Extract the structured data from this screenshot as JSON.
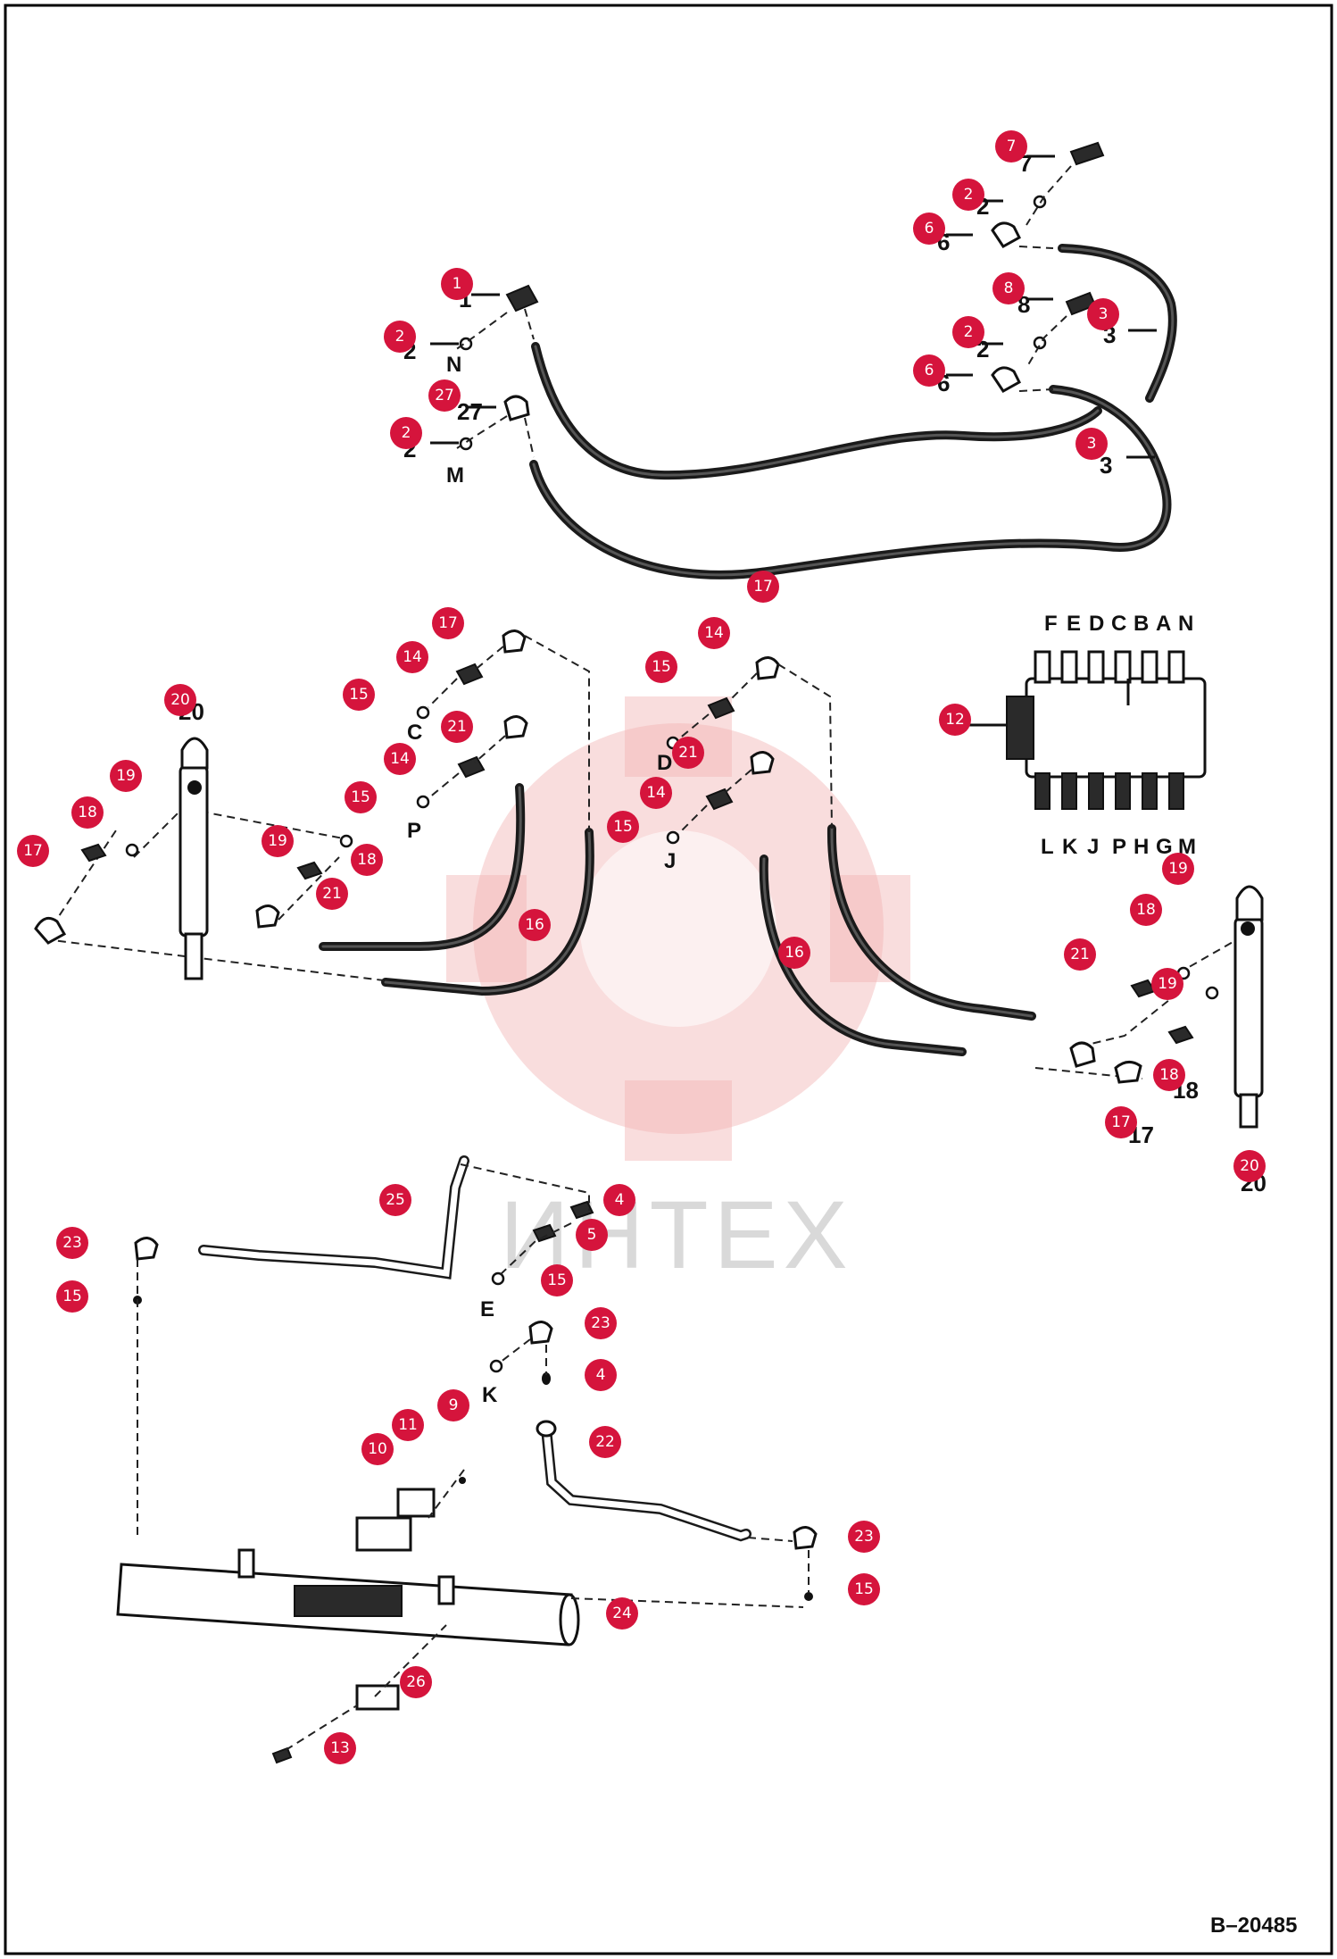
{
  "document": {
    "drawing_number": "B–20485",
    "watermark_text": "ИНТЕX"
  },
  "callouts": [
    {
      "number": "7"
    },
    {
      "number": "2"
    },
    {
      "number": "6"
    },
    {
      "number": "8"
    },
    {
      "number": "3"
    },
    {
      "number": "2"
    },
    {
      "number": "6"
    },
    {
      "number": "3"
    },
    {
      "number": "1"
    },
    {
      "number": "2"
    },
    {
      "number": "27"
    },
    {
      "number": "2"
    },
    {
      "number": "17"
    },
    {
      "number": "14"
    },
    {
      "number": "15"
    },
    {
      "number": "21"
    },
    {
      "number": "14"
    },
    {
      "number": "15"
    },
    {
      "number": "17"
    },
    {
      "number": "14"
    },
    {
      "number": "15"
    },
    {
      "number": "21"
    },
    {
      "number": "14"
    },
    {
      "number": "15"
    },
    {
      "number": "20"
    },
    {
      "number": "19"
    },
    {
      "number": "18"
    },
    {
      "number": "17"
    },
    {
      "number": "19"
    },
    {
      "number": "18"
    },
    {
      "number": "21"
    },
    {
      "number": "16"
    },
    {
      "number": "16"
    },
    {
      "number": "12"
    },
    {
      "number": "19"
    },
    {
      "number": "18"
    },
    {
      "number": "21"
    },
    {
      "number": "19"
    },
    {
      "number": "18"
    },
    {
      "number": "17"
    },
    {
      "number": "20"
    },
    {
      "number": "25"
    },
    {
      "number": "4"
    },
    {
      "number": "5"
    },
    {
      "number": "15"
    },
    {
      "number": "23"
    },
    {
      "number": "15"
    },
    {
      "number": "23"
    },
    {
      "number": "4"
    },
    {
      "number": "9"
    },
    {
      "number": "11"
    },
    {
      "number": "10"
    },
    {
      "number": "22"
    },
    {
      "number": "23"
    },
    {
      "number": "15"
    },
    {
      "number": "24"
    },
    {
      "number": "26"
    },
    {
      "number": "13"
    }
  ],
  "port_letters": {
    "top": [
      "F",
      "E",
      "D",
      "C",
      "B",
      "A",
      "N"
    ],
    "bottom": [
      "L",
      "K",
      "J",
      "P",
      "H",
      "G",
      "M"
    ]
  },
  "line_letters": {
    "N": "N",
    "M": "M",
    "C": "C",
    "P": "P",
    "D": "D",
    "J": "J",
    "E": "E",
    "K": "K"
  }
}
